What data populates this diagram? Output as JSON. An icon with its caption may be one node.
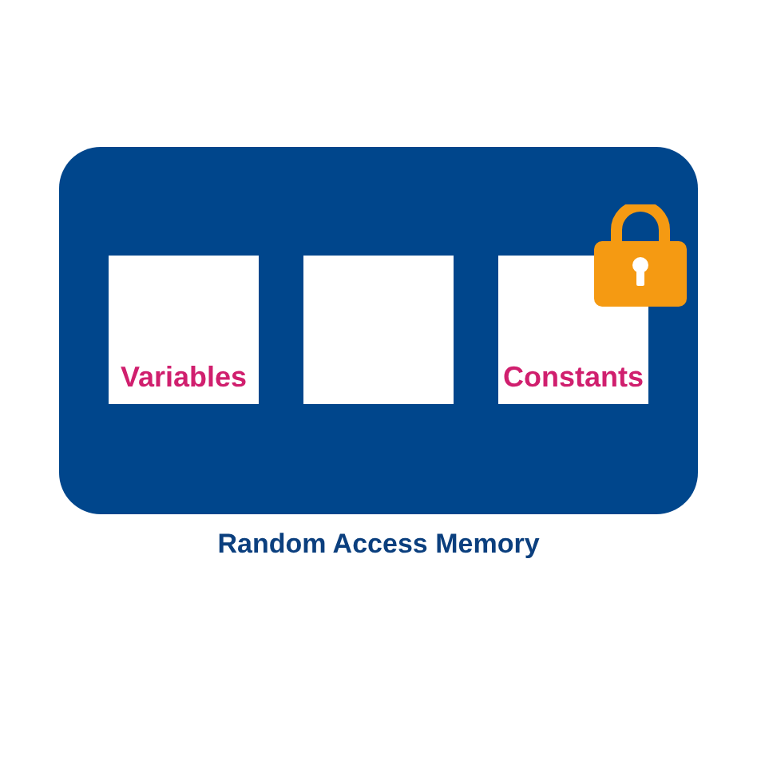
{
  "diagram": {
    "nodes": [
      {
        "text": [
          "Random Access Memory"
        ]
      },
      {
        "text": [
          "Variables"
        ],
        "in": 0
      },
      {
        "text": [],
        "shape": "box",
        "in": 0
      },
      {
        "text": [
          "Constants"
        ],
        "in": 0
      }
    ]
  }
}
